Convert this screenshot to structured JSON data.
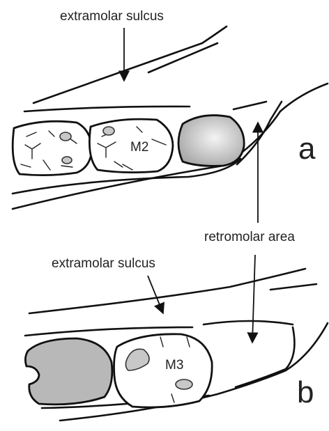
{
  "labels": {
    "extramolar_a": "extramolar sulcus",
    "retromolar": "retromolar area",
    "extramolar_b": "extramolar sulcus",
    "tooth_m2": "M2",
    "tooth_m3": "M3",
    "panel_a": "a",
    "panel_b": "b"
  },
  "colors": {
    "line": "#111111",
    "tooth_fill": "#ffffff",
    "shaded_fill": "#b8b8b8",
    "shaded_highlight": "#f2f2f2",
    "spot_fill": "#c8c8c8"
  }
}
